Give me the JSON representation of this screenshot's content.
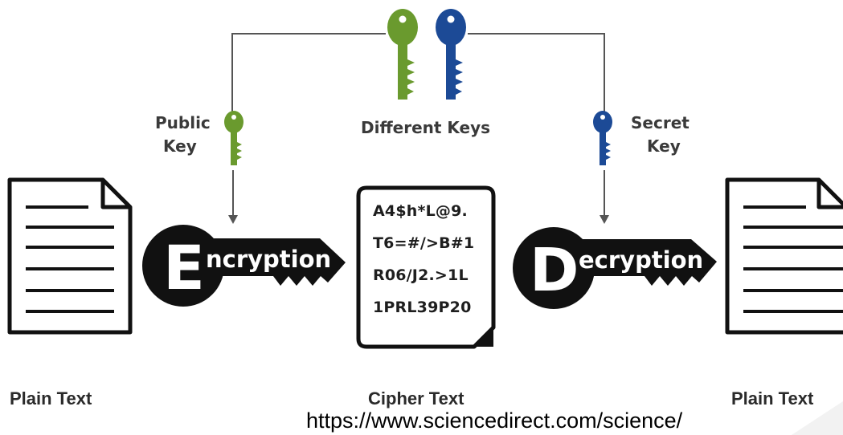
{
  "labels": {
    "public_key": [
      "Public",
      "Key"
    ],
    "secret_key": [
      "Secret",
      "Key"
    ],
    "different_keys": "Different Keys"
  },
  "encryption": {
    "initial": "E",
    "rest": "ncryption"
  },
  "decryption": {
    "initial": "D",
    "rest": "ecryption"
  },
  "cipher_text_lines": [
    "A4$h*L@9.",
    "T6=#/>B#1",
    "R06/J2.>1L",
    "1PRL39P20"
  ],
  "bottom_labels": {
    "left": "Plain Text",
    "center": "Cipher Text",
    "right": "Plain Text"
  },
  "source_url": "https://www.sciencedirect.com/science/",
  "colors": {
    "public_key": "#6a9a2e",
    "secret_key": "#1c4a96",
    "key_shape": "#111111",
    "text": "#3a3a3a"
  },
  "icons": [
    "document-icon",
    "public-key-icon",
    "secret-key-icon",
    "encryption-key-shape",
    "decryption-key-shape",
    "cipher-document-icon",
    "arrow-icon"
  ]
}
